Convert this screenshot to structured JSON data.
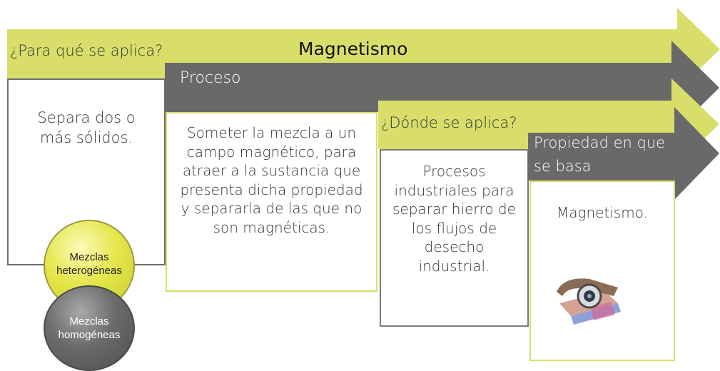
{
  "arrows": {
    "aplica": {
      "label": "¿Para qué se aplica?",
      "title": "Magnetismo",
      "color": "#d9de6b"
    },
    "proceso": {
      "label": "Proceso",
      "color": "#696969"
    },
    "donde": {
      "label": "¿Dónde se aplica?",
      "color": "#d9de6b"
    },
    "propiedad": {
      "label": "Propiedad en que se basa",
      "color": "#696969"
    }
  },
  "cards": {
    "aplica": "Separa dos o más sólidos.",
    "proceso": "Someter la mezcla a un campo magnético, para atraer a la sustancia que presenta dicha propiedad y separarla de las que no son magnéticas.",
    "donde": "Procesos industriales para separar hierro de los flujos de desecho industrial.",
    "propiedad": "Magnetismo."
  },
  "badges": {
    "heterogeneas": {
      "label": "Mezclas heterogéneas",
      "color": "#e4e64a"
    },
    "homogeneas": {
      "label": "Mezclas homogéneas",
      "color": "#6b6b6b"
    }
  },
  "illustration_icon": "magnetic-separator-icon",
  "colors": {
    "lime": "#d9de6b",
    "gray": "#696969",
    "border_gray": "#7a7a7a",
    "border_lime": "#d9de6b"
  }
}
